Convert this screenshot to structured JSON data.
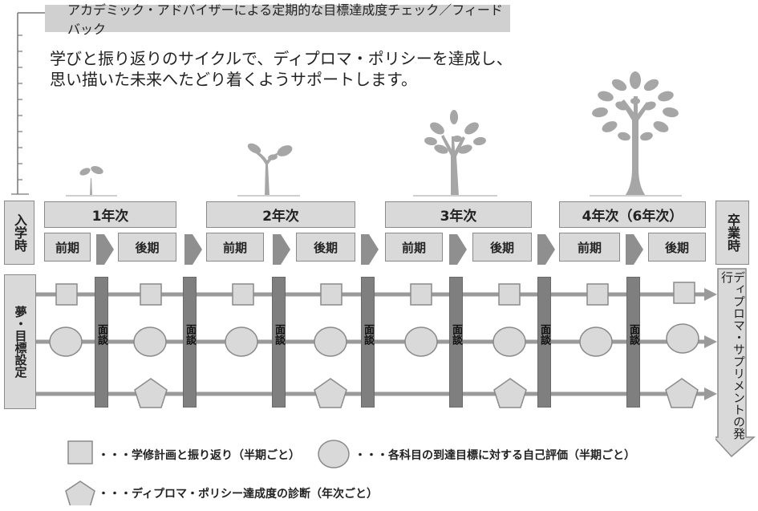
{
  "banner": "アカデミック・アドバイザーによる定期的な目標達成度チェック／フィードバック",
  "subtitle_line1": "学びと振り返りのサイクルで、ディプロマ・ポリシーを達成し、",
  "subtitle_line2": "思い描いた未来へたどり着くようサポートします。",
  "entry_label": "入学時",
  "graduation_label": "卒業時",
  "goal_setting_label": "夢・目標設定",
  "supplement_label": "ディプロマ・サプリメントの発行",
  "interview_label": "面談",
  "years": [
    {
      "label": "1年次",
      "first": "前期",
      "second": "後期"
    },
    {
      "label": "2年次",
      "first": "前期",
      "second": "後期"
    },
    {
      "label": "3年次",
      "first": "前期",
      "second": "後期"
    },
    {
      "label": "4年次（6年次）",
      "first": "前期",
      "second": "後期"
    }
  ],
  "legend": {
    "square": "・・・学修計画と振り返り（半期ごと）",
    "circle": "・・・各科目の到達目標に対する自己評価（半期ごと）",
    "pentagon": "・・・ディプロマ・ポリシー達成度の診断（年次ごと）"
  },
  "colors": {
    "box_fill": "#d9d9d9",
    "box_border": "#8a8a8a",
    "line_gray": "#9a9a9a",
    "dark_gray": "#7a7a7a",
    "tree": "#a6a6a6"
  }
}
